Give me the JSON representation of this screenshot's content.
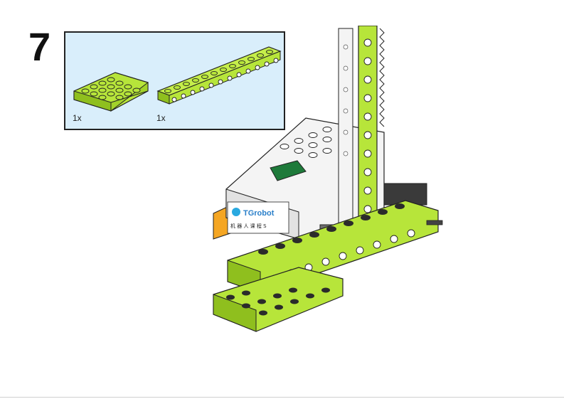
{
  "step": {
    "number": "7"
  },
  "parts": [
    {
      "icon": "lime-wedge-plate-icon",
      "qty": "1x"
    },
    {
      "icon": "lime-technic-beam-icon",
      "qty": "1x"
    }
  ],
  "model": {
    "icon": "assembled-robot-model-icon",
    "brand": "TGrobot",
    "brand_sub": "机 器 人 课 程 S"
  },
  "colors": {
    "lime": "#b7e53a",
    "lime_dark": "#8fbf1e",
    "box_bg": "#d9eefb",
    "white_brick": "#f4f4f4",
    "orange": "#f5a623",
    "green_sensor": "#1e7a3a"
  }
}
